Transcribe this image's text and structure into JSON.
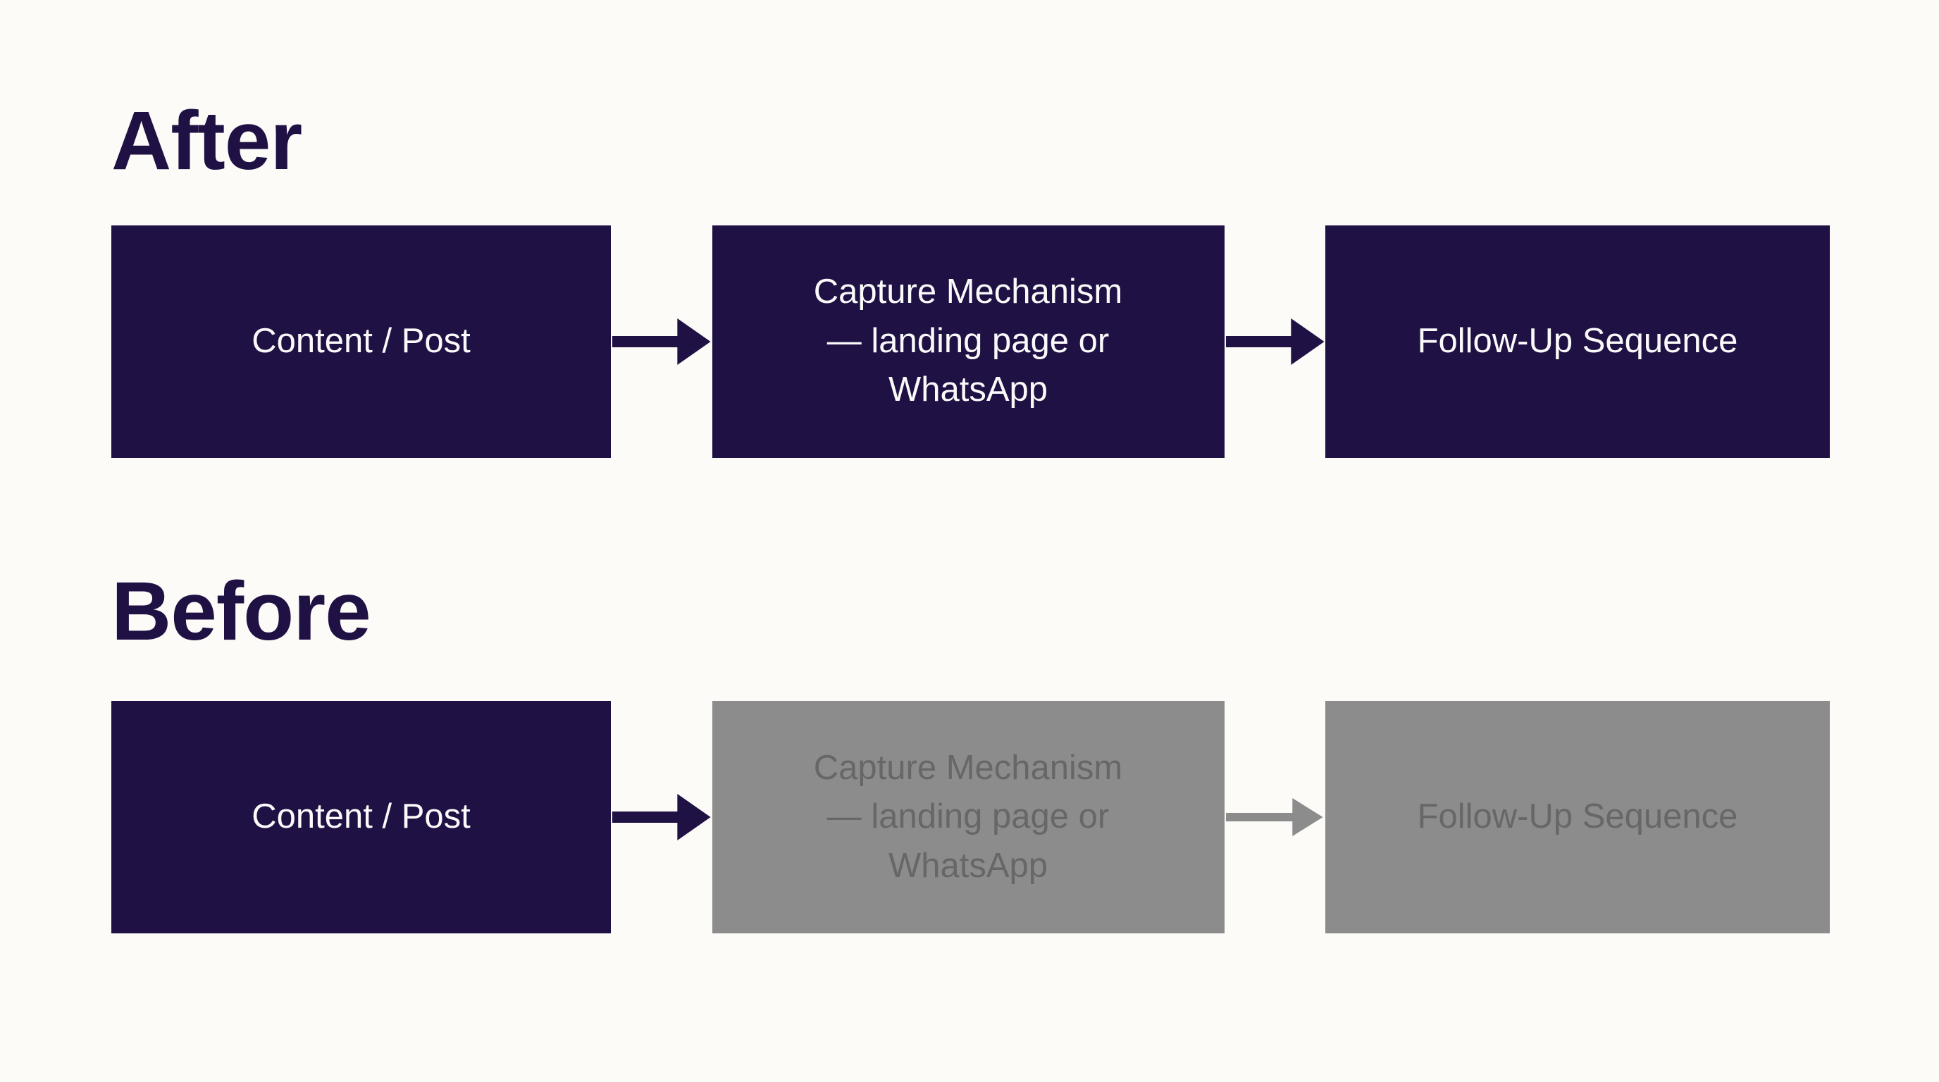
{
  "colors": {
    "primary": "#201144",
    "box_text": "#fafafa",
    "muted_box": "#8c8c8c",
    "muted_text": "#676767",
    "background": "#fcfbf8"
  },
  "sections": {
    "after": {
      "title": "After",
      "steps": [
        {
          "label": "Content / Post",
          "state": "active"
        },
        {
          "label": "Capture Mechanism\n— landing page or\nWhatsApp",
          "state": "active"
        },
        {
          "label": "Follow-Up Sequence",
          "state": "active"
        }
      ],
      "arrows": [
        {
          "state": "active"
        },
        {
          "state": "active"
        }
      ]
    },
    "before": {
      "title": "Before",
      "steps": [
        {
          "label": "Content / Post",
          "state": "active"
        },
        {
          "label": "Capture Mechanism\n— landing page or\nWhatsApp",
          "state": "muted"
        },
        {
          "label": "Follow-Up Sequence",
          "state": "muted"
        }
      ],
      "arrows": [
        {
          "state": "active"
        },
        {
          "state": "muted"
        }
      ]
    }
  }
}
